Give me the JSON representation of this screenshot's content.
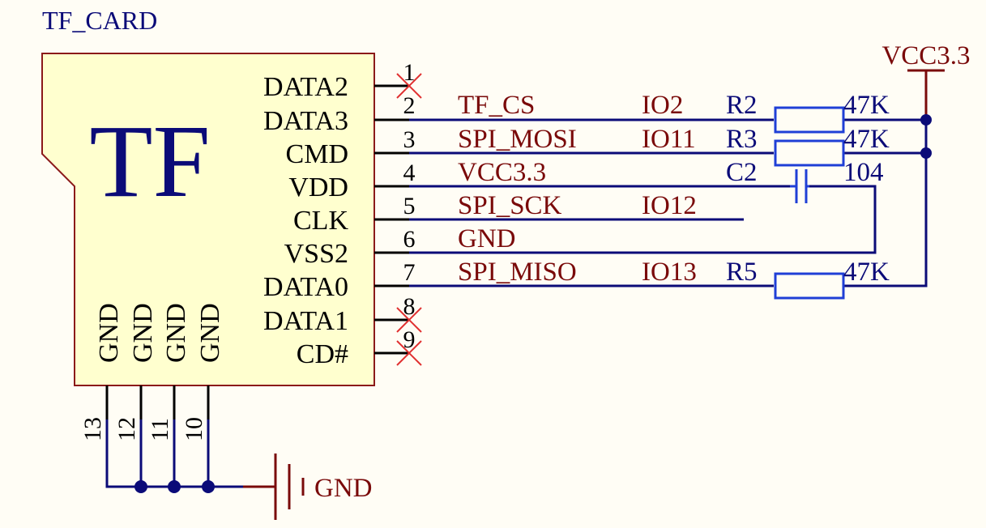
{
  "component": {
    "designator": "TF_CARD",
    "body_label": "TF",
    "right_pins": [
      {
        "num": "1",
        "name": "DATA2",
        "nc": true
      },
      {
        "num": "2",
        "name": "DATA3",
        "nc": false
      },
      {
        "num": "3",
        "name": "CMD",
        "nc": false
      },
      {
        "num": "4",
        "name": "VDD",
        "nc": false
      },
      {
        "num": "5",
        "name": "CLK",
        "nc": false
      },
      {
        "num": "6",
        "name": "VSS2",
        "nc": false
      },
      {
        "num": "7",
        "name": "DATA0",
        "nc": false
      },
      {
        "num": "8",
        "name": "DATA1",
        "nc": true
      },
      {
        "num": "9",
        "name": "CD#",
        "nc": true
      }
    ],
    "bottom_pins": [
      {
        "num": "13",
        "name": "GND"
      },
      {
        "num": "12",
        "name": "GND"
      },
      {
        "num": "11",
        "name": "GND"
      },
      {
        "num": "10",
        "name": "GND"
      }
    ]
  },
  "nets": [
    {
      "pin": "2",
      "net": "TF_CS",
      "io": "IO2"
    },
    {
      "pin": "3",
      "net": "SPI_MOSI",
      "io": "IO11"
    },
    {
      "pin": "4",
      "net": "VCC3.3",
      "io": ""
    },
    {
      "pin": "5",
      "net": "SPI_SCK",
      "io": "IO12"
    },
    {
      "pin": "6",
      "net": "GND",
      "io": ""
    },
    {
      "pin": "7",
      "net": "SPI_MISO",
      "io": "IO13"
    }
  ],
  "passives": [
    {
      "ref": "R2",
      "value": "47K",
      "kind": "resistor"
    },
    {
      "ref": "R3",
      "value": "47K",
      "kind": "resistor"
    },
    {
      "ref": "C2",
      "value": "104",
      "kind": "capacitor"
    },
    {
      "ref": "R5",
      "value": "47K",
      "kind": "resistor"
    }
  ],
  "power": {
    "supply": "VCC3.3",
    "ground": "GND"
  },
  "colors": {
    "wire": "#0b0b78",
    "net_label": "#7a0a0a",
    "component_body": "#ffffcf",
    "component_border": "#8b1a1a",
    "resistor": "#1f3fd6",
    "no_connect": "#e03030",
    "power_symbol": "#7a0a0a"
  }
}
